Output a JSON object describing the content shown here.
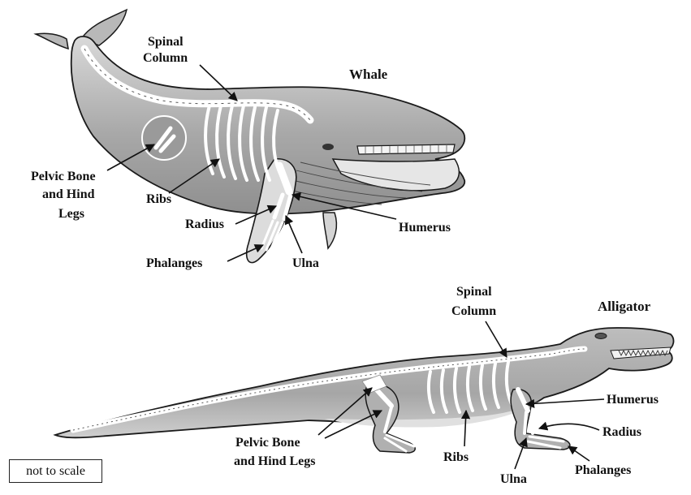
{
  "whale": {
    "title": "Whale",
    "labels": {
      "spinal_line1": "Spinal",
      "spinal_line2": "Column",
      "pelvic_line1": "Pelvic Bone",
      "pelvic_line2": "and Hind",
      "pelvic_line3": "Legs",
      "ribs": "Ribs",
      "radius": "Radius",
      "humerus": "Humerus",
      "phalanges": "Phalanges",
      "ulna": "Ulna"
    }
  },
  "alligator": {
    "title": "Alligator",
    "labels": {
      "spinal_line1": "Spinal",
      "spinal_line2": "Column",
      "humerus": "Humerus",
      "radius": "Radius",
      "phalanges": "Phalanges",
      "ulna": "Ulna",
      "ribs": "Ribs",
      "pelvic_line1": "Pelvic Bone",
      "pelvic_line2": "and Hind Legs"
    }
  },
  "scale_note": "not to scale",
  "colors": {
    "body": "#a9a9a9",
    "body_light": "#d2d2d2",
    "bone": "#ffffff",
    "outline": "#1a1a1a"
  }
}
